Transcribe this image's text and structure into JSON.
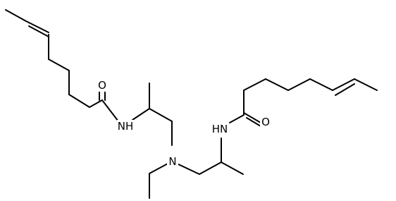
{
  "diagram": {
    "atom_labels": {
      "carbonyl_o_left": "O",
      "amide_nh_left": "NH",
      "amine_n_center": "N",
      "amide_nh_right": "HN",
      "carbonyl_o_right": "O"
    },
    "colors": {
      "bonds": "#000000",
      "background": "#ffffff"
    }
  }
}
